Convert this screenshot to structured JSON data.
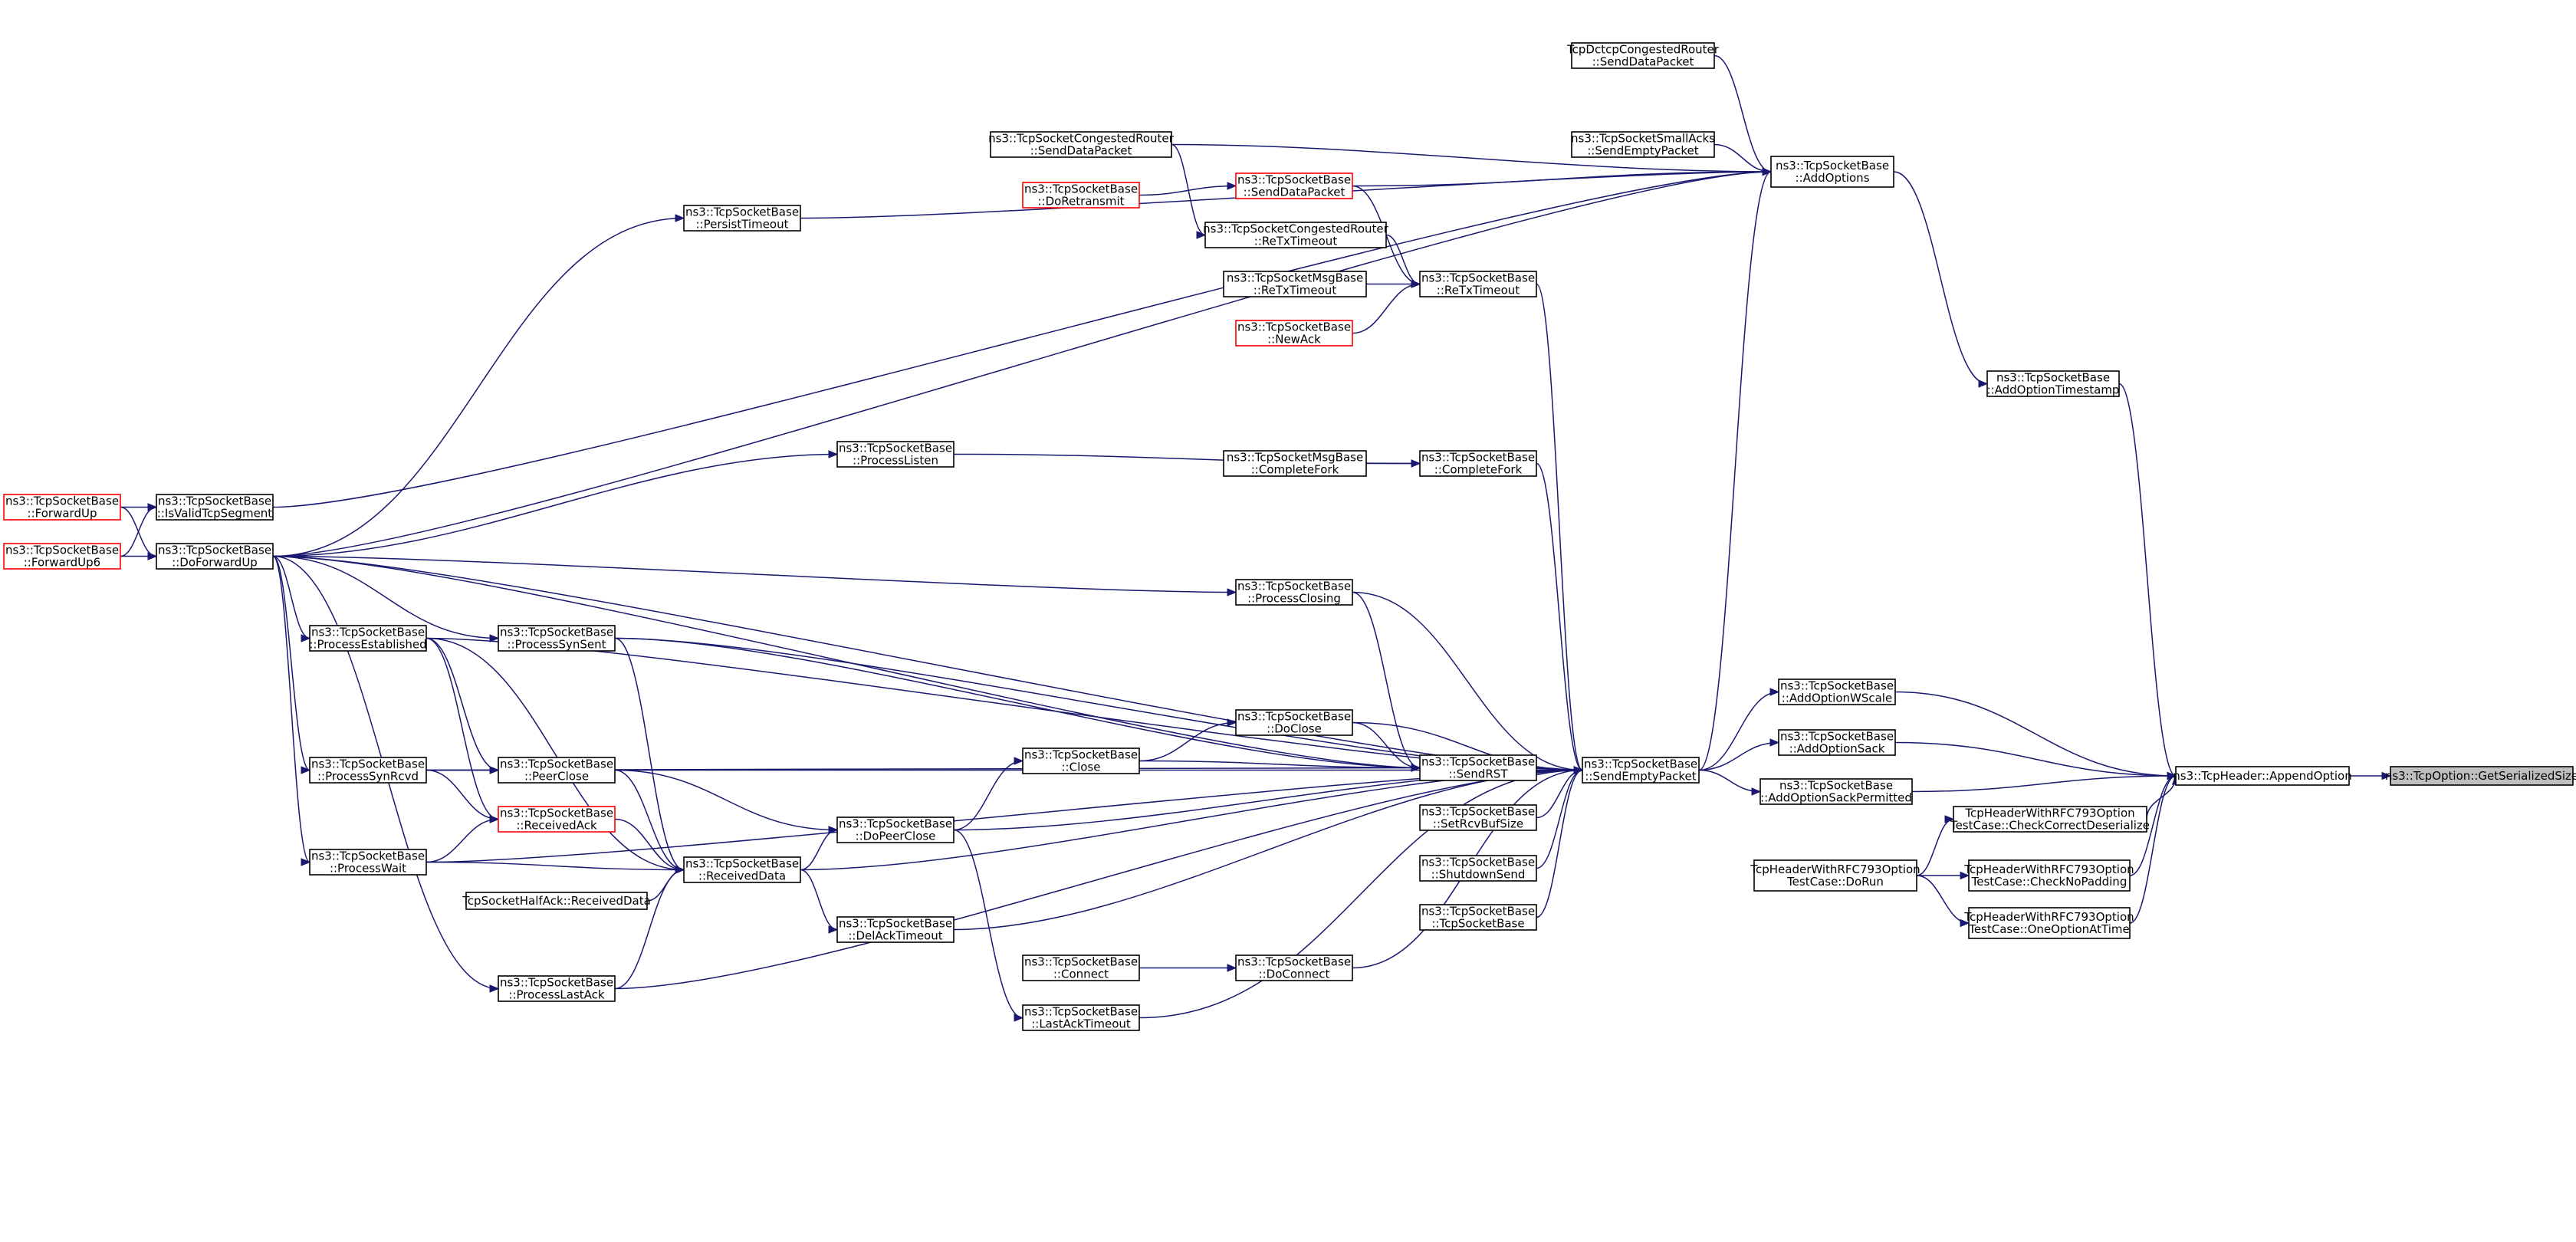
{
  "nodes": {
    "forwardup": [
      "ns3::TcpSocketBase",
      "::ForwardUp"
    ],
    "forwardup6": [
      "ns3::TcpSocketBase",
      "::ForwardUp6"
    ],
    "isvalid": [
      "ns3::TcpSocketBase",
      "::IsValidTcpSegment"
    ],
    "doforwardup": [
      "ns3::TcpSocketBase",
      "::DoForwardUp"
    ],
    "persisttimeout": [
      "ns3::TcpSocketBase",
      "::PersistTimeout"
    ],
    "processlisten": [
      "ns3::TcpSocketBase",
      "::ProcessListen"
    ],
    "processestablished": [
      "ns3::TcpSocketBase",
      "::ProcessEstablished"
    ],
    "processsynsent": [
      "ns3::TcpSocketBase",
      "::ProcessSynSent"
    ],
    "processsynrcvd": [
      "ns3::TcpSocketBase",
      "::ProcessSynRcvd"
    ],
    "peerclose": [
      "ns3::TcpSocketBase",
      "::PeerClose"
    ],
    "receivedack": [
      "ns3::TcpSocketBase",
      "::ReceivedAck"
    ],
    "processwait": [
      "ns3::TcpSocketBase",
      "::ProcessWait"
    ],
    "receiveddata": [
      "ns3::TcpSocketBase",
      "::ReceivedData"
    ],
    "halfack": [
      "TcpSocketHalfAck::ReceivedData"
    ],
    "processlastack": [
      "ns3::TcpSocketBase",
      "::ProcessLastAck"
    ],
    "dopeerclose": [
      "ns3::TcpSocketBase",
      "::DoPeerClose"
    ],
    "delacktimeout": [
      "ns3::TcpSocketBase",
      "::DelAckTimeout"
    ],
    "close": [
      "ns3::TcpSocketBase",
      "::Close"
    ],
    "connect": [
      "ns3::TcpSocketBase",
      "::Connect"
    ],
    "lastacktimeout": [
      "ns3::TcpSocketBase",
      "::LastAckTimeout"
    ],
    "congsenddata": [
      "ns3::TcpSocketCongestedRouter",
      "::SendDataPacket"
    ],
    "doretransmit": [
      "ns3::TcpSocketBase",
      "::DoRetransmit"
    ],
    "senddatapacket": [
      "ns3::TcpSocketBase",
      "::SendDataPacket"
    ],
    "congretx": [
      "ns3::TcpSocketCongestedRouter",
      "::ReTxTimeout"
    ],
    "msgretx": [
      "ns3::TcpSocketMsgBase",
      "::ReTxTimeout"
    ],
    "newack": [
      "ns3::TcpSocketBase",
      "::NewAck"
    ],
    "msgcompletefork": [
      "ns3::TcpSocketMsgBase",
      "::CompleteFork"
    ],
    "retxtimeout": [
      "ns3::TcpSocketBase",
      "::ReTxTimeout"
    ],
    "completefork": [
      "ns3::TcpSocketBase",
      "::CompleteFork"
    ],
    "processclosing": [
      "ns3::TcpSocketBase",
      "::ProcessClosing"
    ],
    "doclose": [
      "ns3::TcpSocketBase",
      "::DoClose"
    ],
    "sendrst": [
      "ns3::TcpSocketBase",
      "::SendRST"
    ],
    "setrcvbuf": [
      "ns3::TcpSocketBase",
      "::SetRcvBufSize"
    ],
    "shutdownsend": [
      "ns3::TcpSocketBase",
      "::ShutdownSend"
    ],
    "ctor": [
      "ns3::TcpSocketBase",
      "::TcpSocketBase"
    ],
    "doconnect": [
      "ns3::TcpSocketBase",
      "::DoConnect"
    ],
    "dctcp": [
      "TcpDctcpCongestedRouter",
      "::SendDataPacket"
    ],
    "smallacks": [
      "ns3::TcpSocketSmallAcks",
      "::SendEmptyPacket"
    ],
    "addoptions": [
      "ns3::TcpSocketBase",
      "::AddOptions"
    ],
    "addoptionts": [
      "ns3::TcpSocketBase",
      "::AddOptionTimestamp"
    ],
    "sendempty": [
      "ns3::TcpSocketBase",
      "::SendEmptyPacket"
    ],
    "addwscale": [
      "ns3::TcpSocketBase",
      "::AddOptionWScale"
    ],
    "addsack": [
      "ns3::TcpSocketBase",
      "::AddOptionSack"
    ],
    "addsackperm": [
      "ns3::TcpSocketBase",
      "::AddOptionSackPermitted"
    ],
    "checkcorrect": [
      "TcpHeaderWithRFC793Option",
      "TestCase::CheckCorrectDeserialize"
    ],
    "dorun": [
      "TcpHeaderWithRFC793Option",
      "TestCase::DoRun"
    ],
    "checknopadding": [
      "TcpHeaderWithRFC793Option",
      "TestCase::CheckNoPadding"
    ],
    "oneoption": [
      "TcpHeaderWithRFC793Option",
      "TestCase::OneOptionAtTime"
    ],
    "appendoption": [
      "ns3::TcpHeader::AppendOption"
    ],
    "getserialized": [
      "ns3::TcpOption::GetSerializedSize"
    ]
  },
  "red_nodes": [
    "forwardup",
    "forwardup6",
    "receivedack",
    "doretransmit",
    "senddatapacket",
    "newack"
  ],
  "highlighted_node": "getserialized",
  "edges": [
    [
      "forwardup",
      "isvalid"
    ],
    [
      "forwardup",
      "doforwardup"
    ],
    [
      "forwardup6",
      "isvalid"
    ],
    [
      "forwardup6",
      "doforwardup"
    ],
    [
      "isvalid",
      "addoptions"
    ],
    [
      "doforwardup",
      "addoptions"
    ],
    [
      "doforwardup",
      "persisttimeout"
    ],
    [
      "doforwardup",
      "processlisten"
    ],
    [
      "doforwardup",
      "processestablished"
    ],
    [
      "doforwardup",
      "processsynsent"
    ],
    [
      "doforwardup",
      "processsynrcvd"
    ],
    [
      "doforwardup",
      "processwait"
    ],
    [
      "doforwardup",
      "processlastack"
    ],
    [
      "doforwardup",
      "processclosing"
    ],
    [
      "doforwardup",
      "sendempty"
    ],
    [
      "doforwardup",
      "sendrst"
    ],
    [
      "persisttimeout",
      "addoptions"
    ],
    [
      "processlisten",
      "completefork"
    ],
    [
      "processestablished",
      "peerclose"
    ],
    [
      "processestablished",
      "receivedack"
    ],
    [
      "processestablished",
      "receiveddata"
    ],
    [
      "processestablished",
      "sendempty"
    ],
    [
      "processsynsent",
      "receiveddata"
    ],
    [
      "processsynsent",
      "sendempty"
    ],
    [
      "processsynsent",
      "sendrst"
    ],
    [
      "processsynrcvd",
      "peerclose"
    ],
    [
      "processsynrcvd",
      "receivedack"
    ],
    [
      "processsynrcvd",
      "sendempty"
    ],
    [
      "processsynrcvd",
      "sendrst"
    ],
    [
      "processwait",
      "receivedack"
    ],
    [
      "processwait",
      "receiveddata"
    ],
    [
      "processwait",
      "sendempty"
    ],
    [
      "peerclose",
      "receiveddata"
    ],
    [
      "peerclose",
      "dopeerclose"
    ],
    [
      "receivedack",
      "receiveddata"
    ],
    [
      "halfack",
      "receiveddata"
    ],
    [
      "processlastack",
      "receiveddata"
    ],
    [
      "processlastack",
      "sendempty"
    ],
    [
      "receiveddata",
      "dopeerclose"
    ],
    [
      "receiveddata",
      "delacktimeout"
    ],
    [
      "receiveddata",
      "sendempty"
    ],
    [
      "dopeerclose",
      "close"
    ],
    [
      "dopeerclose",
      "lastacktimeout"
    ],
    [
      "dopeerclose",
      "sendempty"
    ],
    [
      "delacktimeout",
      "sendempty"
    ],
    [
      "lastacktimeout",
      "sendempty"
    ],
    [
      "close",
      "doclose"
    ],
    [
      "close",
      "sendrst"
    ],
    [
      "connect",
      "doconnect"
    ],
    [
      "doconnect",
      "sendempty"
    ],
    [
      "processclosing",
      "sendempty"
    ],
    [
      "processclosing",
      "sendrst"
    ],
    [
      "doclose",
      "sendempty"
    ],
    [
      "doclose",
      "sendrst"
    ],
    [
      "congsenddata",
      "addoptions"
    ],
    [
      "congsenddata",
      "congretx"
    ],
    [
      "doretransmit",
      "senddatapacket"
    ],
    [
      "senddatapacket",
      "addoptions"
    ],
    [
      "senddatapacket",
      "retxtimeout"
    ],
    [
      "congretx",
      "retxtimeout"
    ],
    [
      "msgretx",
      "retxtimeout"
    ],
    [
      "newack",
      "retxtimeout"
    ],
    [
      "retxtimeout",
      "sendempty"
    ],
    [
      "msgcompletefork",
      "completefork"
    ],
    [
      "completefork",
      "sendempty"
    ],
    [
      "sendrst",
      "sendempty"
    ],
    [
      "setrcvbuf",
      "sendempty"
    ],
    [
      "shutdownsend",
      "sendempty"
    ],
    [
      "ctor",
      "sendempty"
    ],
    [
      "dctcp",
      "addoptions"
    ],
    [
      "smallacks",
      "addoptions"
    ],
    [
      "sendempty",
      "addoptions"
    ],
    [
      "sendempty",
      "addwscale"
    ],
    [
      "sendempty",
      "addsack"
    ],
    [
      "sendempty",
      "addsackperm"
    ],
    [
      "addoptions",
      "addoptionts"
    ],
    [
      "addoptionts",
      "appendoption"
    ],
    [
      "addwscale",
      "appendoption"
    ],
    [
      "addsack",
      "appendoption"
    ],
    [
      "addsackperm",
      "appendoption"
    ],
    [
      "dorun",
      "checkcorrect"
    ],
    [
      "dorun",
      "checknopadding"
    ],
    [
      "dorun",
      "oneoption"
    ],
    [
      "checkcorrect",
      "appendoption"
    ],
    [
      "checknopadding",
      "appendoption"
    ],
    [
      "oneoption",
      "appendoption"
    ],
    [
      "appendoption",
      "getserialized"
    ]
  ]
}
